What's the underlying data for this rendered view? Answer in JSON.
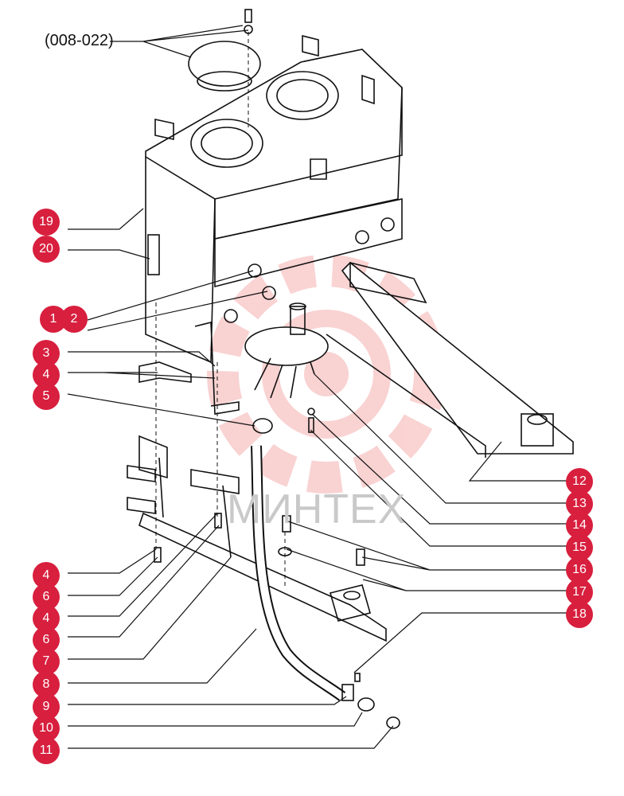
{
  "reference_label": "(008-022)",
  "watermark_text": "МИНТЕХ",
  "colors": {
    "callout": "#d81f3e",
    "line": "#111111",
    "watermark": "#f2a9a9"
  },
  "callouts": [
    "19",
    "20",
    "1",
    "2",
    "3",
    "4",
    "5",
    "4",
    "6",
    "4",
    "6",
    "7",
    "8",
    "9",
    "10",
    "11",
    "12",
    "13",
    "14",
    "15",
    "16",
    "17",
    "18"
  ]
}
